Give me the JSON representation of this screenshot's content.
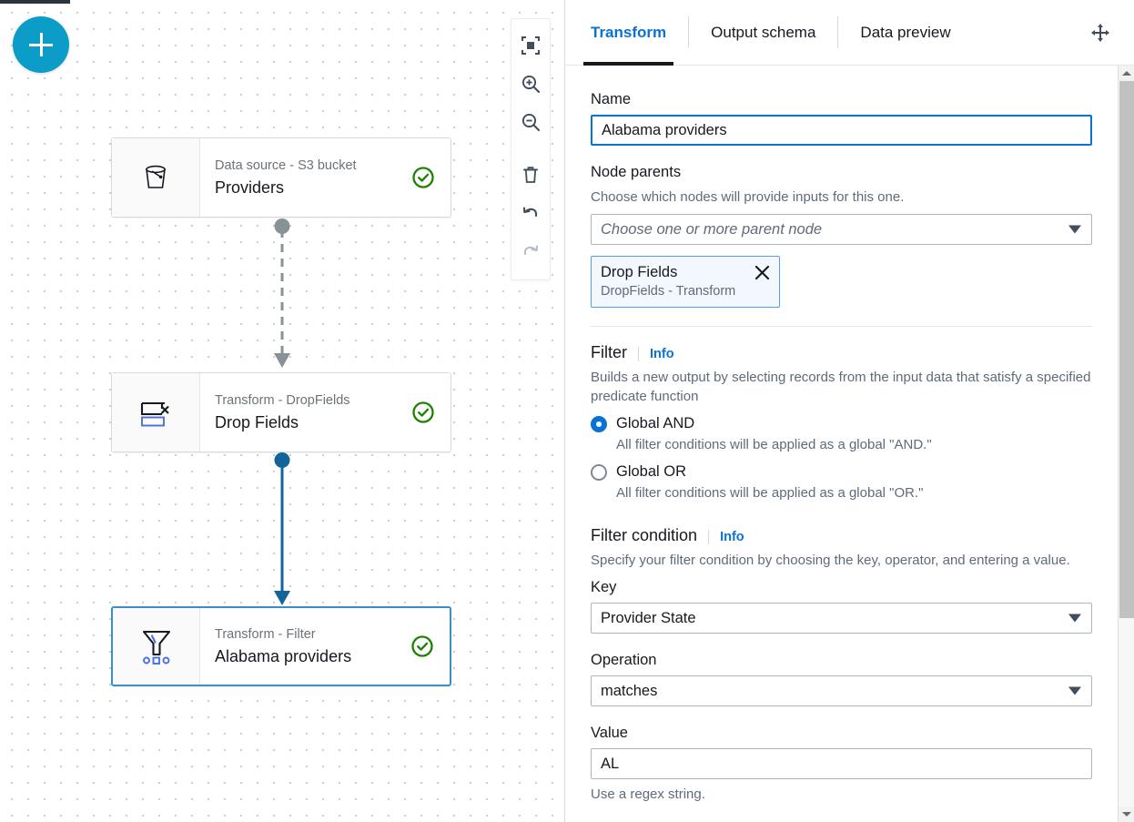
{
  "canvas": {
    "add_node_button": "+",
    "toolbar": [
      {
        "name": "fit-to-screen-icon",
        "label": "Fit to screen",
        "disabled": false
      },
      {
        "name": "zoom-in-icon",
        "label": "Zoom in",
        "disabled": false
      },
      {
        "name": "zoom-out-icon",
        "label": "Zoom out",
        "disabled": false
      },
      {
        "name": "delete-icon",
        "label": "Delete",
        "disabled": false
      },
      {
        "name": "undo-icon",
        "label": "Undo",
        "disabled": false
      },
      {
        "name": "redo-icon",
        "label": "Redo",
        "disabled": true
      }
    ],
    "nodes": [
      {
        "id": "providers",
        "subtitle": "Data source - S3 bucket",
        "title": "Providers",
        "icon": "s3-bucket-icon",
        "status": "valid",
        "selected": false
      },
      {
        "id": "drop-fields",
        "subtitle": "Transform - DropFields",
        "title": "Drop Fields",
        "icon": "drop-fields-icon",
        "status": "valid",
        "selected": false
      },
      {
        "id": "alabama-providers",
        "subtitle": "Transform - Filter",
        "title": "Alabama providers",
        "icon": "filter-funnel-icon",
        "status": "valid",
        "selected": true
      }
    ],
    "connectors": [
      {
        "from": "providers",
        "to": "drop-fields",
        "style": "dashed",
        "color": "#879196"
      },
      {
        "from": "drop-fields",
        "to": "alabama-providers",
        "style": "solid",
        "color": "#12659b"
      }
    ]
  },
  "panel": {
    "tabs": [
      {
        "label": "Transform",
        "active": true
      },
      {
        "label": "Output schema",
        "active": false
      },
      {
        "label": "Data preview",
        "active": false
      }
    ],
    "expand_icon": "expand-icon",
    "name": {
      "label": "Name",
      "value": "Alabama providers",
      "placeholder": ""
    },
    "node_parents": {
      "label": "Node parents",
      "description": "Choose which nodes will provide inputs for this one.",
      "placeholder": "Choose one or more parent node",
      "selected": [
        {
          "title": "Drop Fields",
          "subtitle": "DropFields - Transform",
          "remove_icon": "close-icon"
        }
      ]
    },
    "filter": {
      "title": "Filter",
      "info_label": "Info",
      "description": "Builds a new output by selecting records from the input data that satisfy a specified predicate function",
      "options": [
        {
          "label": "Global AND",
          "description": "All filter conditions will be applied as a global \"AND.\"",
          "selected": true
        },
        {
          "label": "Global OR",
          "description": "All filter conditions will be applied as a global \"OR.\"",
          "selected": false
        }
      ]
    },
    "filter_condition": {
      "title": "Filter condition",
      "info_label": "Info",
      "description": "Specify your filter condition by choosing the key, operator, and entering a value.",
      "key": {
        "label": "Key",
        "value": "Provider State"
      },
      "operation": {
        "label": "Operation",
        "value": "matches"
      },
      "value": {
        "label": "Value",
        "value": "AL",
        "hint": "Use a regex string."
      }
    }
  },
  "colors": {
    "accent_blue": "#0972d3",
    "add_button": "#0b9dc7",
    "status_green": "#1d8102",
    "connector_active": "#12659b",
    "connector_inactive": "#879196"
  }
}
